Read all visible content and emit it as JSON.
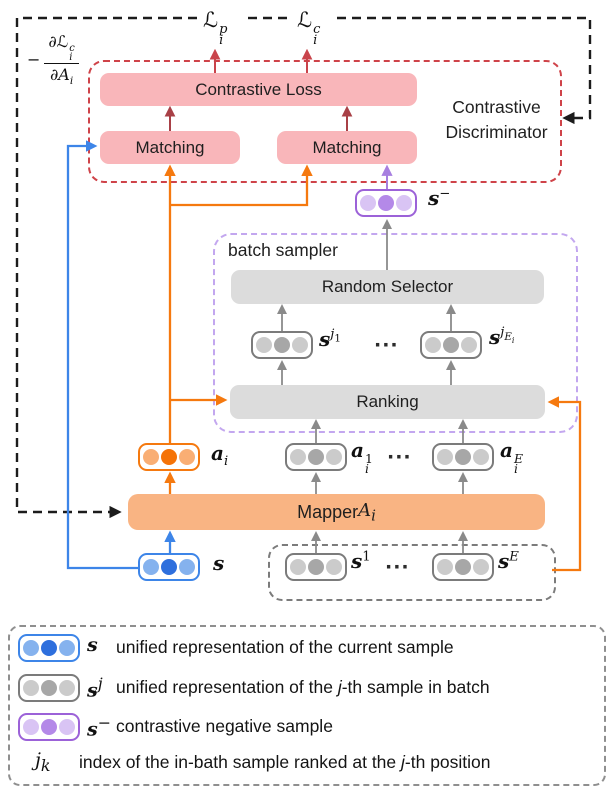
{
  "colors": {
    "pink_fill": "#f9b6ba",
    "red_dash": "#cf4349",
    "red_arrow": "#c9444b",
    "dark_red_arrow": "#a84046",
    "orange": "#f5790f",
    "orange_fill": "#f9b483",
    "orange_dot_light": "#f9ae74",
    "orange_dot_dark": "#f57307",
    "blue": "#3d85e8",
    "blue_dot_light": "#85b2ee",
    "blue_dot_dark": "#2e6fdd",
    "purple": "#9c62d8",
    "purple_dash": "#c3a7ef",
    "purple_dot_light": "#d9c4f4",
    "purple_dot_dark": "#b489e8",
    "purple_arrow": "#a77fe0",
    "gray_fill": "#dcdcdc",
    "gray_border": "#7b7b7b",
    "gray_dot_light": "#cbcbcb",
    "gray_dot_dark": "#a7a7a7",
    "gray_arrow": "#8a8a8a",
    "black_dash": "#1c1c1c",
    "text": "#111111"
  },
  "top": {
    "grad_html": "<span class=\"minus\">−</span><span class=\"frac\"><span class=\"num\">∂ℒ<span class=\"ss\"><span class=\"up\"><i>c</i></span><span class=\"dn\"><i>i</i></span></span></span><span class=\"den\">∂<i>A</i><sub><i>i</i></sub></span></span>",
    "loss_p_html": "ℒ<span class=\"ss\"><span class=\"up\"><i>p</i></span><span class=\"dn\"><i>i</i></span></span>",
    "loss_c_html": "ℒ<span class=\"ss\"><span class=\"up\"><i>c</i></span><span class=\"dn\"><i>i</i></span></span>"
  },
  "discriminator": {
    "label_line1": "Contrastive",
    "label_line2": "Discriminator",
    "loss_label": "Contrastive Loss",
    "matching_left_label": "Matching",
    "matching_right_label": "Matching"
  },
  "s_minus_html": "<b><i>s</i></b><sup>−</sup>",
  "batch_sampler": {
    "title": "batch sampler",
    "random_selector_label": "Random Selector",
    "ranking_label": "Ranking",
    "token_left_html": "<b><i>s</i></b><sup><i>j</i><sub>1</sub></sup>",
    "dots": "···",
    "token_right_html": "<b><i>s</i></b><sup><i>j</i><sub><i>E</i><sub><i>i</i></sub></sub></sup>"
  },
  "mid_row": {
    "ai_html": "<b><i>a</i></b><sub><i>i</i></sub>",
    "ai1_html": "<b><i>a</i></b><span class=\"ss\"><span class=\"up\">1</span><span class=\"dn\"><i>i</i></span></span>",
    "dots": "···",
    "aiE_html": "<b><i>a</i></b><span class=\"ss\"><span class=\"up\"><i>E</i></span><span class=\"dn\"><i>i</i></span></span>"
  },
  "mapper": {
    "label_html": "Mapper <span class=\"math-inline\"><i>A</i><sub><i>i</i></sub></span>"
  },
  "bottom_row": {
    "s_html": "<b><i>s</i></b>",
    "s1_html": "<b><i>s</i></b><sup>1</sup>",
    "dots": "···",
    "sE_html": "<b><i>s</i></b><sup><i>E</i></sup>"
  },
  "legend": {
    "rows": [
      {
        "symbol_html": "<b><i>s</i></b>",
        "text_html": "unified representation of the current sample"
      },
      {
        "symbol_html": "<b><i>s</i></b><sup><i>j</i></sup>",
        "text_html": "unified representation of the <i>j</i>-th sample in batch"
      },
      {
        "symbol_html": "<b><i>s</i></b><sup>−</sup>",
        "text_html": "contrastive negative sample"
      },
      {
        "symbol_html": "<i>j</i><sub><i>k</i></sub>",
        "text_html": "index of the in-bath sample ranked at the <i>j</i>-th position"
      }
    ]
  }
}
